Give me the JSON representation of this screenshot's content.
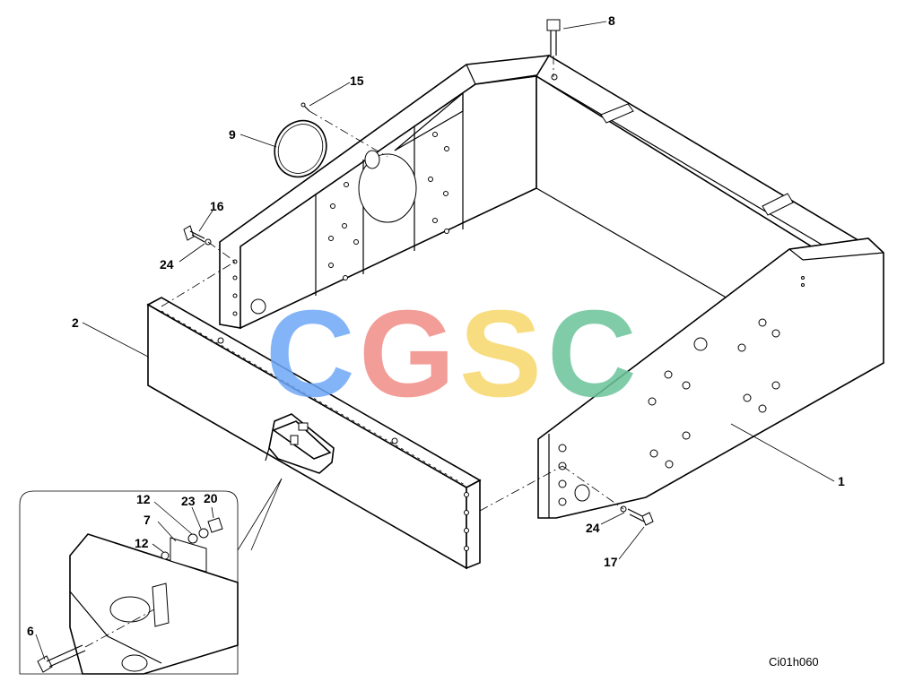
{
  "diagram": {
    "callouts": {
      "c1": "1",
      "c2": "2",
      "c6": "6",
      "c7": "7",
      "c8": "8",
      "c9": "9",
      "c12a": "12",
      "c12b": "12",
      "c15": "15",
      "c16": "16",
      "c17": "17",
      "c20": "20",
      "c23": "23",
      "c24a": "24",
      "c24b": "24"
    },
    "drawing_id": "Ci01h060"
  },
  "watermark": {
    "letters": [
      "C",
      "G",
      "S",
      "C"
    ],
    "colors": [
      "#6ea8f7",
      "#f08c85",
      "#f7d86a",
      "#6cc49a"
    ]
  }
}
